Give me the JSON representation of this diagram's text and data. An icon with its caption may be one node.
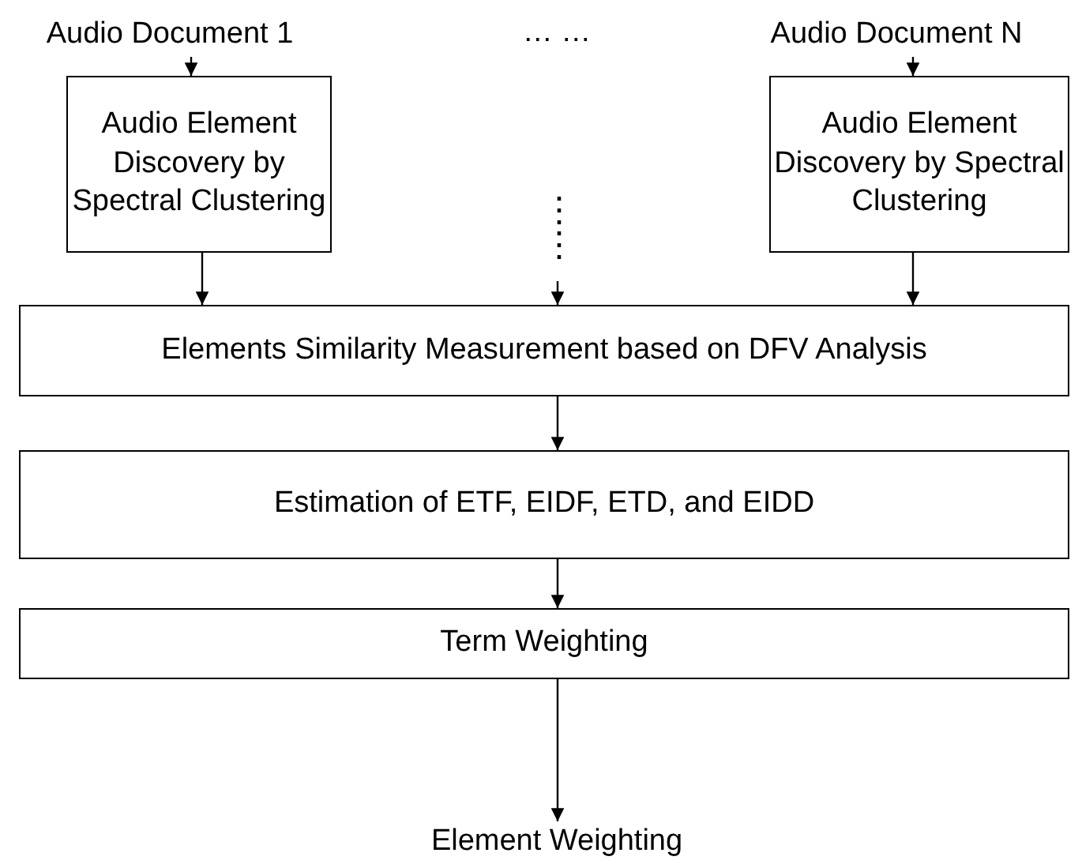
{
  "diagram": {
    "nodes": [
      {
        "text": [
          "Audio Document 1"
        ]
      },
      {
        "text": [
          "Audio Document N"
        ]
      },
      {
        "text": [
          "Audio Element Discovery by Spectral Clustering"
        ]
      },
      {
        "text": [
          "Audio Element Discovery by Spectral Clustering"
        ]
      },
      {
        "text": [
          "Elements Similarity Measurement based on DFV Analysis"
        ]
      },
      {
        "text": [
          "Estimation of ETF, EIDF, ETD, and EIDD"
        ]
      },
      {
        "text": [
          "Term Weighting"
        ]
      },
      {
        "text": [
          "Element Weighting"
        ]
      }
    ],
    "edges": [
      {
        "from": 0,
        "to": 2,
        "arrow": "to"
      },
      {
        "from": 1,
        "to": 3,
        "arrow": "to"
      },
      {
        "from": 2,
        "to": 4,
        "arrow": "to"
      },
      {
        "from": null,
        "to": 4,
        "arrow": "to"
      },
      {
        "from": 3,
        "to": 4,
        "arrow": "to"
      },
      {
        "from": 4,
        "to": 5,
        "arrow": "to"
      },
      {
        "from": 5,
        "to": 6,
        "arrow": "to"
      },
      {
        "from": 6,
        "to": 7,
        "arrow": "to"
      }
    ],
    "labels": [
      "… …",
      "⋮ ⋮"
    ]
  }
}
